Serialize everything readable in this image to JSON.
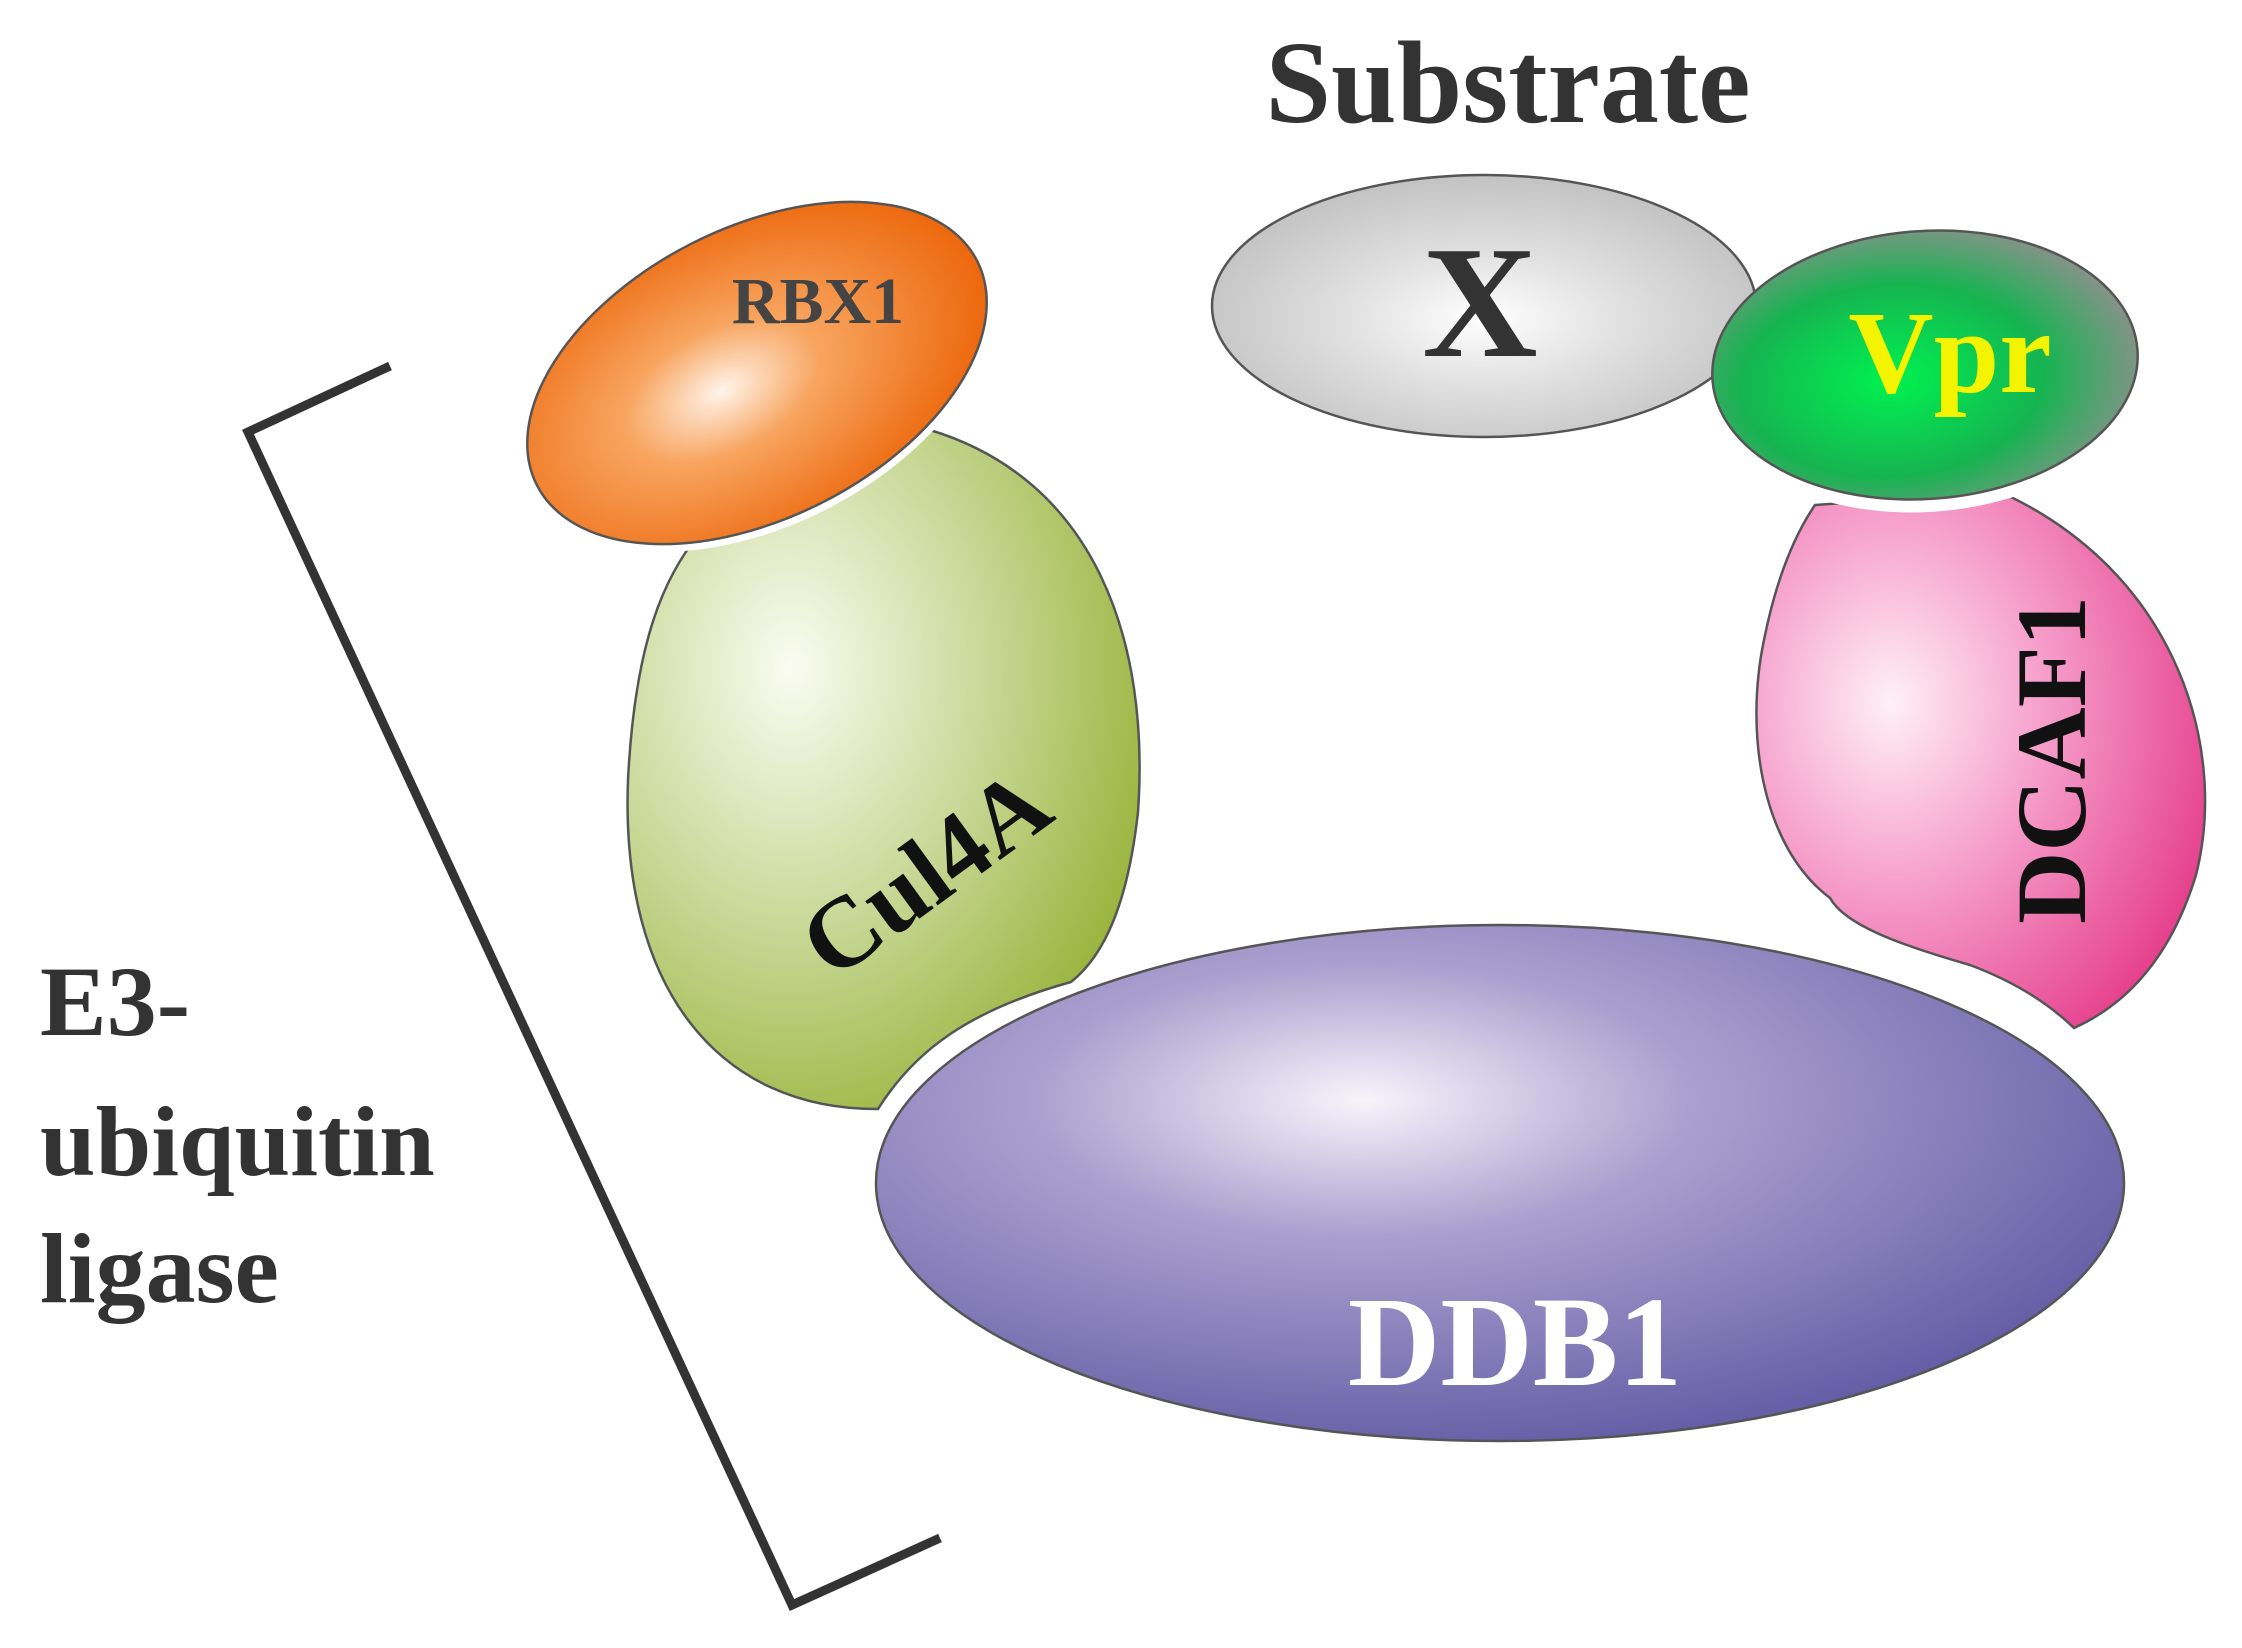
{
  "labels": {
    "substrate": "Substrate",
    "x": "X",
    "rbx1": "RBX1",
    "vpr": "Vpr",
    "cul4a": "Cul4A",
    "dcaf1": "DCAF1",
    "ddb1": "DDB1",
    "e3_line1": "E3-",
    "e3_line2": "ubiquitin",
    "e3_line3": "ligase"
  },
  "colors": {
    "rbx1": "#f06a10",
    "substrate_x": "#c6c6c6",
    "vpr": "#16b451",
    "cul4a": "#b2c76a",
    "dcaf1": "#ee5eac",
    "ddb1": "#7166ad",
    "text_dark": "#333333",
    "vpr_text": "#f4f400",
    "ddb1_text": "#ffffff"
  }
}
